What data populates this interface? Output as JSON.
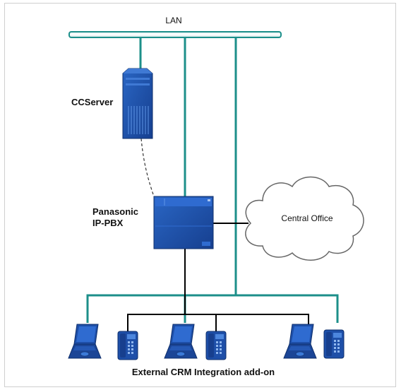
{
  "labels": {
    "lan": "LAN",
    "ccserver": "CCServer",
    "pbx_line1": "Panasonic",
    "pbx_line2": "IP-PBX",
    "central_office": "Central Office",
    "caption": "External CRM Integration add-on"
  },
  "colors": {
    "lan_line": "#1c8f8a",
    "phone_line": "#000000",
    "device_blue": "#1e4fa8",
    "device_dark": "#123a85",
    "cloud_fill": "#ffffff",
    "cloud_stroke": "#666666"
  },
  "icons": {
    "ccserver": "server-tower-icon",
    "pbx": "pbx-unit-icon",
    "cloud": "cloud-icon",
    "laptop": "laptop-icon",
    "phone": "desk-phone-icon"
  }
}
